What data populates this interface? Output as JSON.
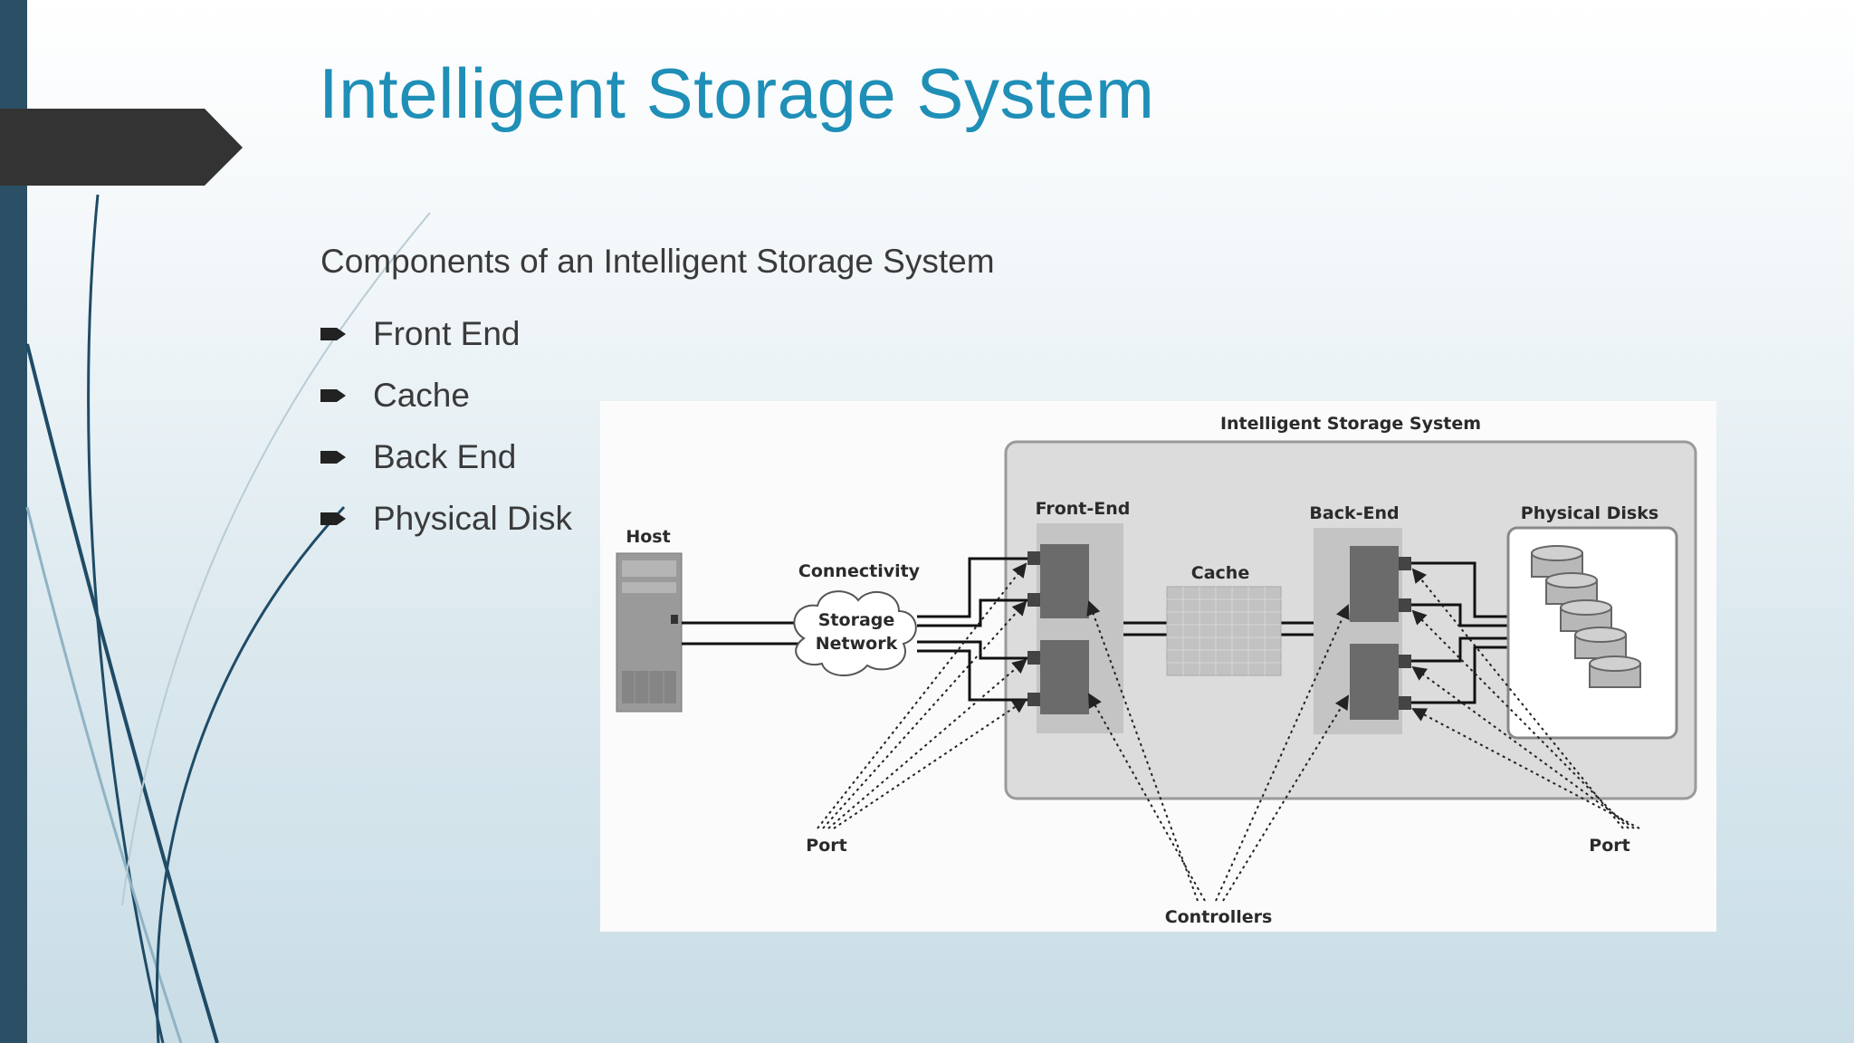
{
  "slide": {
    "title": "Intelligent Storage System",
    "intro": "Components of an Intelligent Storage System",
    "bullets": [
      "Front End",
      "Cache",
      "Back End",
      "Physical Disk"
    ]
  },
  "diagram": {
    "system_label": "Intelligent Storage System",
    "host_label": "Host",
    "connectivity_label": "Connectivity",
    "network_label_line1": "Storage",
    "network_label_line2": "Network",
    "front_end_label": "Front-End",
    "cache_label": "Cache",
    "back_end_label": "Back-End",
    "physical_disks_label": "Physical Disks",
    "port_left_label": "Port",
    "port_right_label": "Port",
    "controllers_label": "Controllers"
  },
  "colors": {
    "title": "#1f8fb7",
    "side_bar": "#2b5066",
    "arrow_tab": "#333333"
  }
}
